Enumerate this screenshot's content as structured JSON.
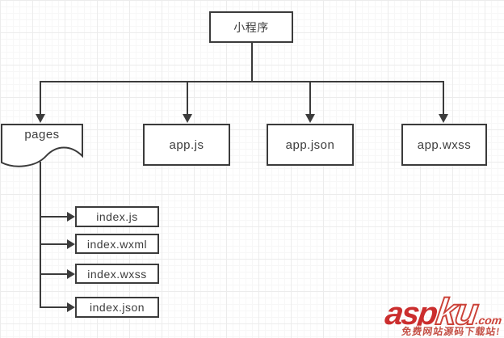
{
  "diagram": {
    "root": {
      "label": "小程序"
    },
    "level1": [
      {
        "label": "pages",
        "shape": "document"
      },
      {
        "label": "app.js",
        "shape": "rectangle"
      },
      {
        "label": "app.json",
        "shape": "rectangle"
      },
      {
        "label": "app.wxss",
        "shape": "rectangle"
      }
    ],
    "pages_children": [
      {
        "label": "index.js"
      },
      {
        "label": "index.wxml"
      },
      {
        "label": "index.wxss"
      },
      {
        "label": "index.json"
      }
    ]
  },
  "watermark": {
    "brand_prefix": "asp",
    "brand_suffix": "ku",
    "domain_suffix": ".com",
    "tagline": "免费网站源码下载站!"
  },
  "colors": {
    "line": "#3b3b3b",
    "box_border": "#3b3b3b",
    "text": "#3d3d3d",
    "watermark_red": "#c81f1f",
    "grid_major": "#ececec",
    "grid_minor": "#f7f7f7",
    "background": "#ffffff"
  }
}
